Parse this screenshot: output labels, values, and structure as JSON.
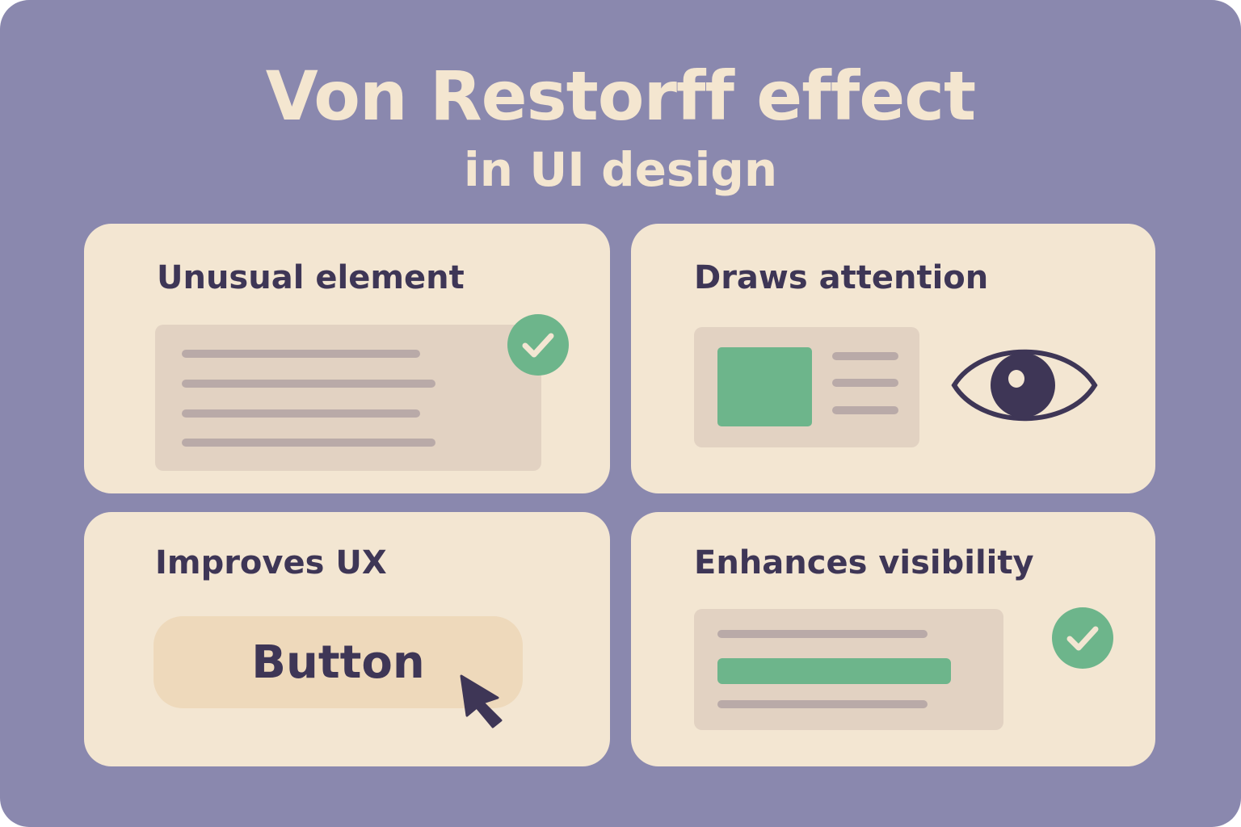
{
  "title": "Von Restorff effect",
  "subtitle": "in UI design",
  "cards": [
    {
      "heading": "Unusual element"
    },
    {
      "heading": "Draws attention"
    },
    {
      "heading": "Improves UX",
      "button_label": "Button"
    },
    {
      "heading": "Enhances visibility"
    }
  ],
  "colors": {
    "background": "#8a88ae",
    "card": "#f3e6d2",
    "accent": "#6db58b",
    "text": "#3e3656"
  },
  "icons": [
    "check-circle-icon",
    "eye-icon",
    "cursor-icon"
  ]
}
